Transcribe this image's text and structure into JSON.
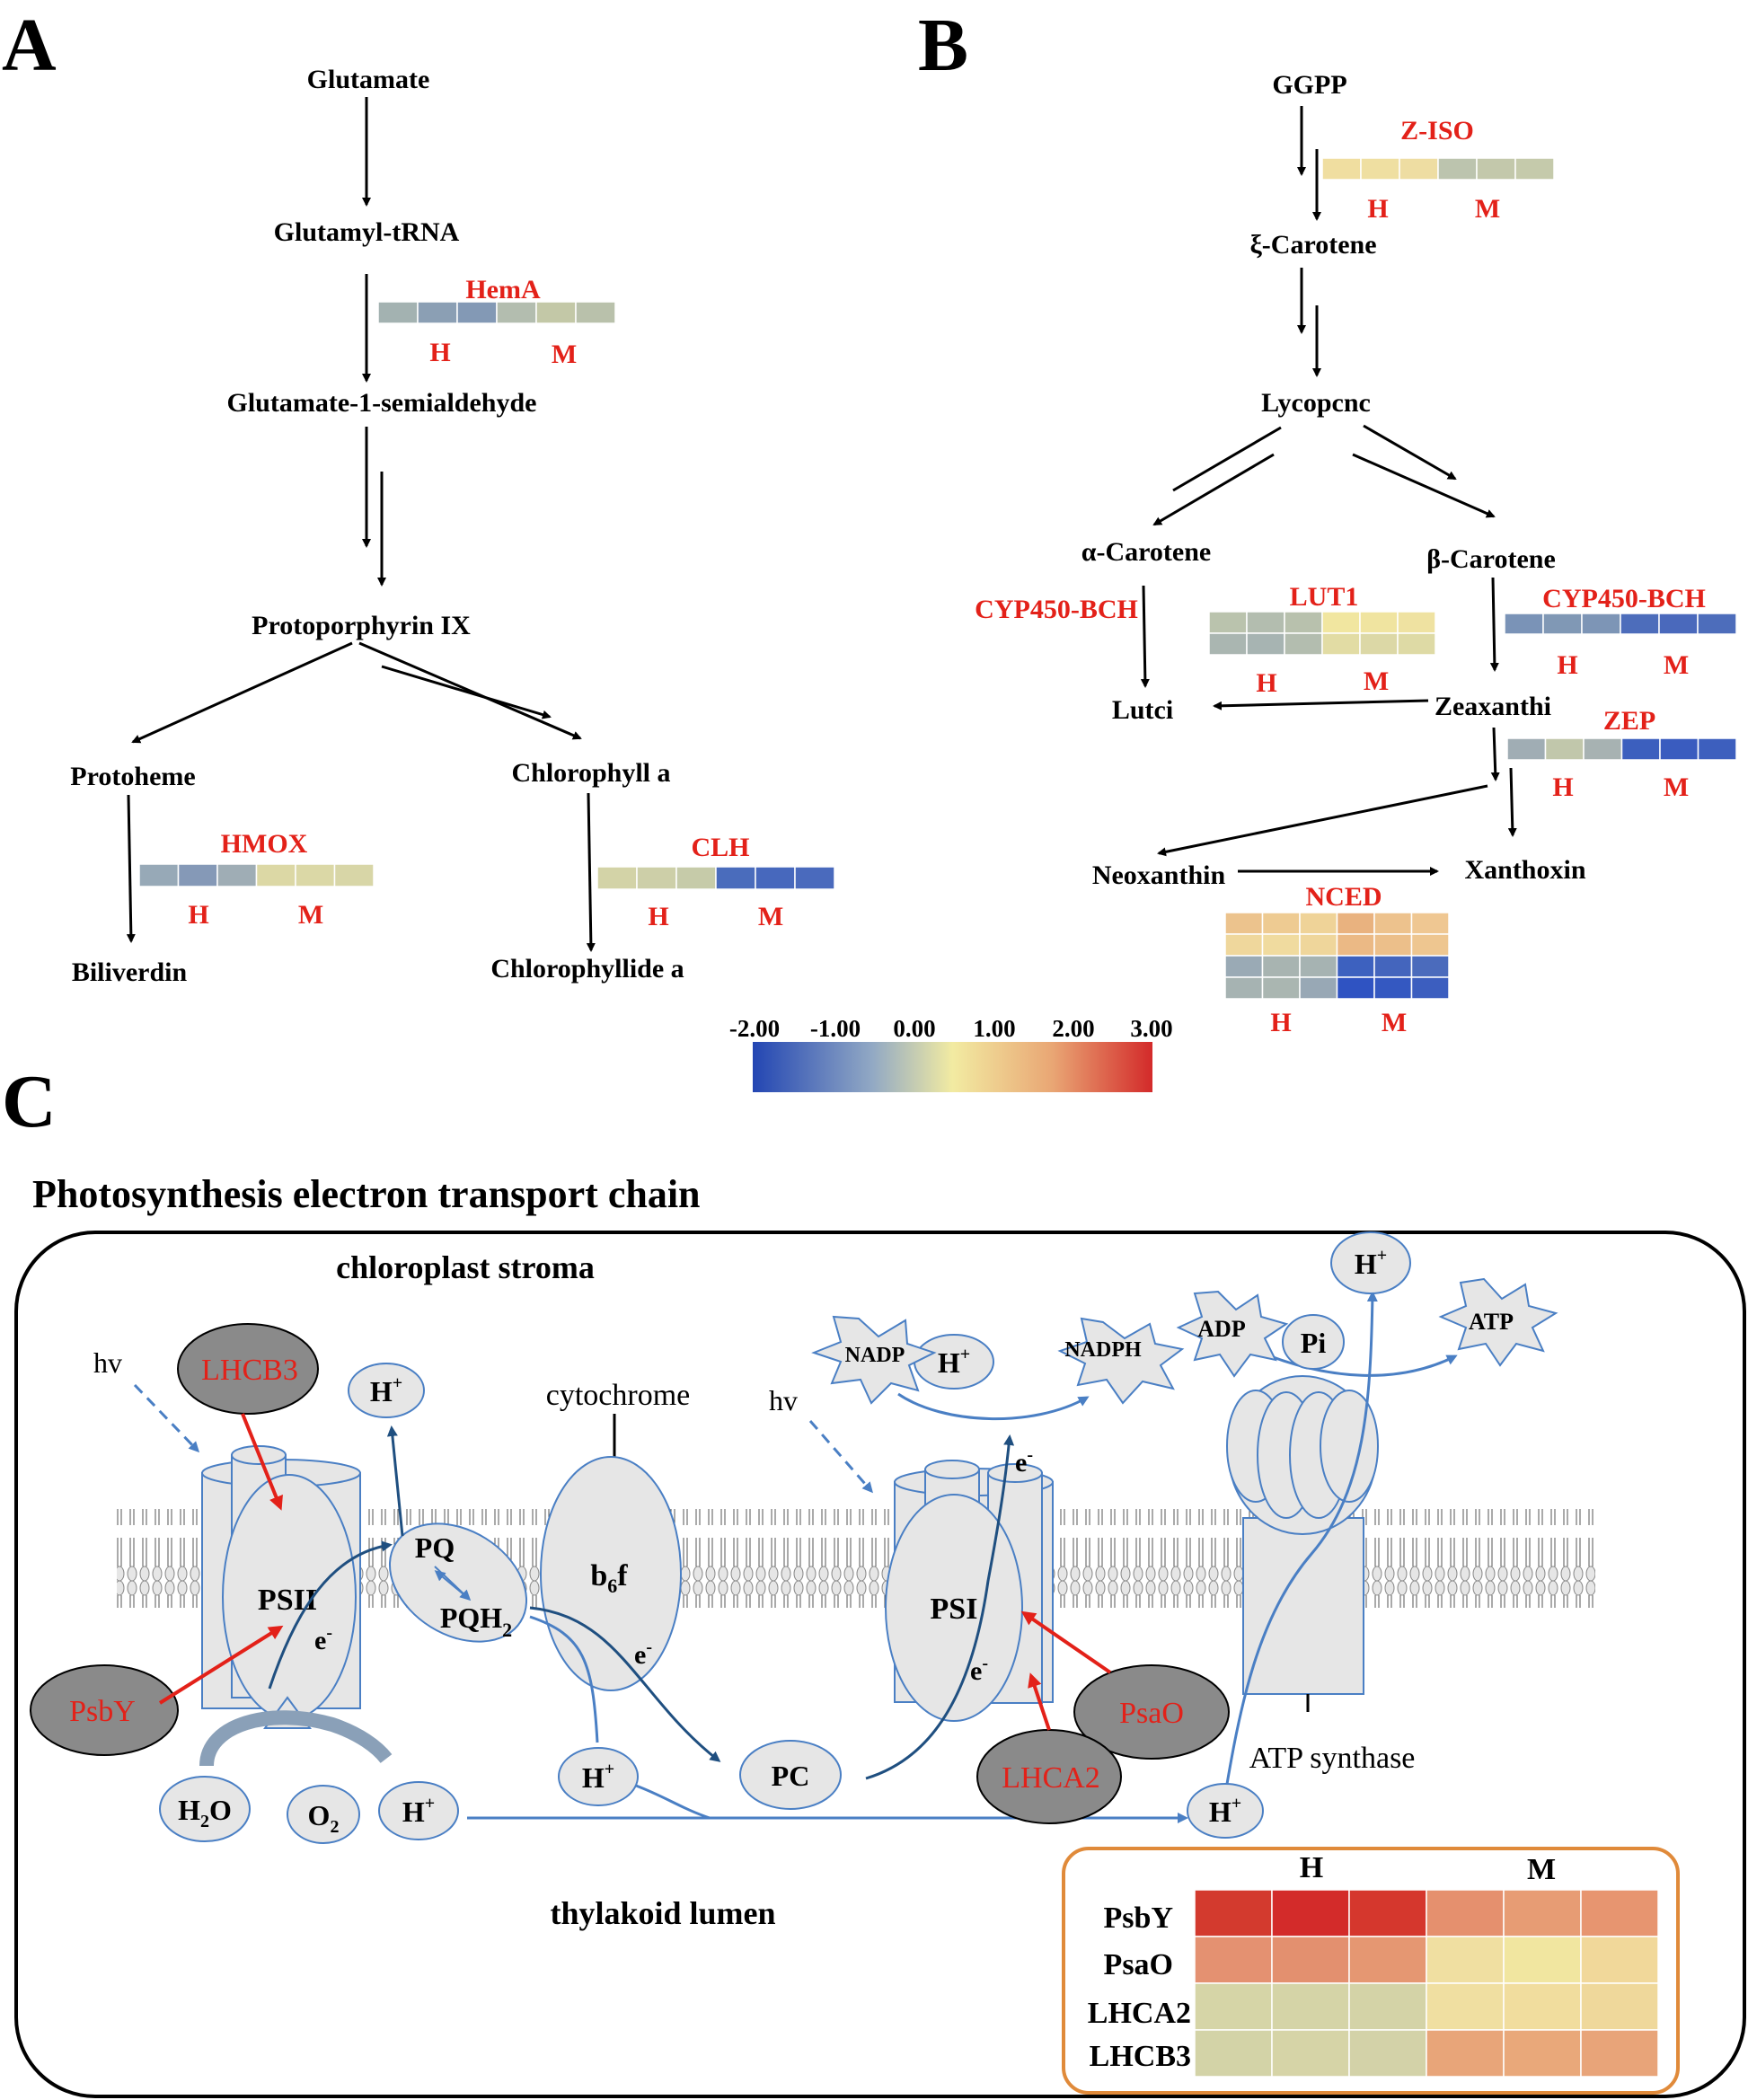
{
  "panels": {
    "a": "A",
    "b": "B",
    "c": "C"
  },
  "group_labels": {
    "h": "H",
    "m": "M"
  },
  "colors": {
    "gene_red": "#e32119",
    "arrow": "#000000",
    "membrane_blue": "#4a7fc4",
    "dark_blue": "#1f4f80",
    "node_fill": "#e6e6e6",
    "gene_oval": "#8a8a8a",
    "box_orange": "#e08a3a"
  },
  "scale": {
    "ticks": [
      "-2.00",
      "-1.00",
      "0.00",
      "1.00",
      "2.00",
      "3.00"
    ],
    "colors": [
      "#2346b3",
      "#92a9c4",
      "#f2eba2",
      "#e9a674",
      "#d32a2a"
    ]
  },
  "panel_a": {
    "glutamate": "Glutamate",
    "glutamyl_trna": "Glutamyl-tRNA",
    "gsa": "Glutamate-1-semialdehyde",
    "proto_ix": "Protoporphyrin IX",
    "protoheme": "Protoheme",
    "chlorophyll_a": "Chlorophyll a",
    "biliverdin": "Biliverdin",
    "chlorophyllide_a": "Chlorophyllide a",
    "genes": {
      "hema": "HemA",
      "hmox": "HMOX",
      "clh": "CLH"
    }
  },
  "panel_b": {
    "ggpp": "GGPP",
    "xi_carotene": "ξ-Carotene",
    "lycopene": "Lycopcnc",
    "alpha_carotene": "α-Carotene",
    "beta_carotene": "β-Carotene",
    "lutein": "Lutci",
    "zeaxanthin": "Zeaxanthi",
    "neoxanthin": "Neoxanthin",
    "xanthoxin": "Xanthoxin",
    "genes": {
      "ziso": "Z-ISO",
      "cyp_left": "CYP450-BCH",
      "lut1": "LUT1",
      "cyp_right": "CYP450-BCH",
      "zep": "ZEP",
      "nced": "NCED"
    }
  },
  "panel_c": {
    "title": "Photosynthesis electron transport chain",
    "stroma": "chloroplast stroma",
    "lumen": "thylakoid lumen",
    "hv": "hv",
    "cytochrome": "cytochrome",
    "atp_synthase": "ATP synthase",
    "psii": "PSII",
    "psi": "PSI",
    "pq": "PQ",
    "pqh": "PQH",
    "pqh_sub": "2",
    "b6f_b": "b",
    "b6f_sub": "6",
    "b6f_f": "f",
    "pc": "PC",
    "e": "e",
    "e_sup": "-",
    "h": "H",
    "h_sup": "+",
    "h2o_h": "H",
    "h2o_sub": "2",
    "h2o_o": "O",
    "o2_o": "O",
    "o2_sub": "2",
    "nadp": "NADP",
    "nadph": "NADPH",
    "adp": "ADP",
    "pi": "Pi",
    "atp": "ATP",
    "genes": {
      "lhcb3": "LHCB3",
      "psby": "PsbY",
      "psao": "PsaO",
      "lhca2": "LHCA2"
    },
    "table": {
      "h": "H",
      "m": "M",
      "rows": [
        "PsbY",
        "PsaO",
        "LHCA2",
        "LHCB3"
      ]
    }
  },
  "heatmaps": {
    "hema": [
      [
        "#a3b2b1",
        "#8b9fb4",
        "#8399b5",
        "#b3bdaf",
        "#c3c8a7",
        "#b9c1ab"
      ]
    ],
    "hmox": [
      [
        "#97a9b7",
        "#8599b7",
        "#9fadb5",
        "#dcd8a5",
        "#dbd8a6",
        "#d8d6a7"
      ]
    ],
    "clh": [
      [
        "#d3d3a7",
        "#cdcfa8",
        "#c6cba9",
        "#4a6cbc",
        "#4768bd",
        "#4a6abd"
      ]
    ],
    "ziso": [
      [
        "#f0dea0",
        "#efdfa1",
        "#eeddA2",
        "#bcc4ae",
        "#c3c8ab",
        "#c5caab"
      ]
    ],
    "lut1": [
      [
        "#bac3ad",
        "#b3bdaf",
        "#b8c1ad",
        "#f1e6a0",
        "#f0e4a0",
        "#efe2a1"
      ],
      [
        "#aab6b1",
        "#a7b4b2",
        "#b3bdaf",
        "#e2dca4",
        "#dcd8a6",
        "#dedaa5"
      ]
    ],
    "cyp_right": [
      [
        "#7a93b7",
        "#8098b5",
        "#7d95b6",
        "#4d6dbb",
        "#4a69bc",
        "#4d6dbb"
      ]
    ],
    "zep": [
      [
        "#a0adb4",
        "#c1c7ab",
        "#a7b2b2",
        "#3c5fbe",
        "#3a5cbf",
        "#3d5fbe"
      ]
    ],
    "nced": [
      [
        "#ecc38d",
        "#eecb92",
        "#efd398",
        "#e9b27f",
        "#edc28d",
        "#efc792"
      ],
      [
        "#efd79c",
        "#f0db9f",
        "#efd69b",
        "#ebb985",
        "#ecbf8a",
        "#eec690"
      ],
      [
        "#9aaab5",
        "#a8b4b1",
        "#a6b3b2",
        "#3d61bf",
        "#4465bd",
        "#4b6bbc"
      ],
      [
        "#a6b3b2",
        "#aab6b1",
        "#98a8b5",
        "#2f53c2",
        "#3458c1",
        "#3c5ebf"
      ]
    ],
    "etc": [
      [
        "#d33a2e",
        "#d32b2a",
        "#d5372d",
        "#e5906e",
        "#e79c74",
        "#e79570"
      ],
      [
        "#e49171",
        "#e3906f",
        "#e59772",
        "#f0dfa1",
        "#f1e6a0",
        "#f1d89a"
      ],
      [
        "#d6d5a7",
        "#d5d4a7",
        "#d4d3a7",
        "#f0dfa1",
        "#f1dd9e",
        "#efd89b"
      ],
      [
        "#d3d3a7",
        "#d6d4a7",
        "#d3d2a8",
        "#e8a579",
        "#e9a87a",
        "#e8a479"
      ]
    ]
  }
}
